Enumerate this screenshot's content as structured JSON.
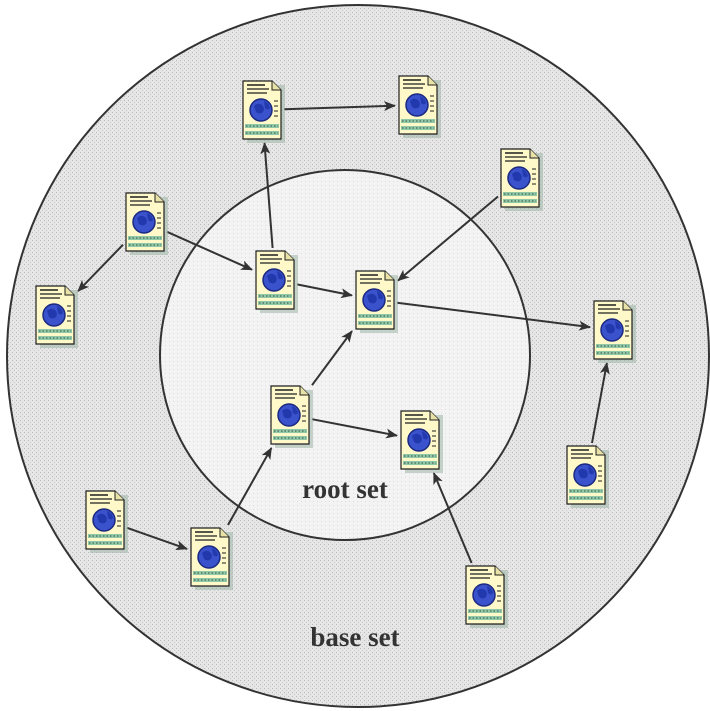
{
  "labels": {
    "root_set": "root set",
    "base_set": "base set"
  },
  "colors": {
    "outer_fill": "#e3e3e3",
    "inner_fill": "#f2f2f2",
    "circle_stroke": "#333333",
    "arrow": "#333333",
    "page_body": "#fff8c8",
    "page_globe": "#3a52cc",
    "page_globe_edge": "#1b2a80",
    "page_band": "#8fc9a8",
    "page_lines": "#1f1f1f"
  },
  "nodes": [
    {
      "id": "n1",
      "set": "base"
    },
    {
      "id": "n2",
      "set": "base"
    },
    {
      "id": "n3",
      "set": "base"
    },
    {
      "id": "n4",
      "set": "base"
    },
    {
      "id": "n5",
      "set": "base"
    },
    {
      "id": "n6",
      "set": "root"
    },
    {
      "id": "n7",
      "set": "root"
    },
    {
      "id": "n8",
      "set": "base"
    },
    {
      "id": "n9",
      "set": "root"
    },
    {
      "id": "n10",
      "set": "root"
    },
    {
      "id": "n11",
      "set": "base"
    },
    {
      "id": "n12",
      "set": "base"
    },
    {
      "id": "n13",
      "set": "base"
    },
    {
      "id": "n14",
      "set": "base"
    }
  ],
  "edges": [
    {
      "from": "n1",
      "to": "n2"
    },
    {
      "from": "n6",
      "to": "n1"
    },
    {
      "from": "n3",
      "to": "n7"
    },
    {
      "from": "n4",
      "to": "n5"
    },
    {
      "from": "n4",
      "to": "n6"
    },
    {
      "from": "n6",
      "to": "n7"
    },
    {
      "from": "n7",
      "to": "n8"
    },
    {
      "from": "n9",
      "to": "n7"
    },
    {
      "from": "n9",
      "to": "n10"
    },
    {
      "from": "n11",
      "to": "n13"
    },
    {
      "from": "n13",
      "to": "n9"
    },
    {
      "from": "n14",
      "to": "n10"
    },
    {
      "from": "n12",
      "to": "n8"
    }
  ]
}
